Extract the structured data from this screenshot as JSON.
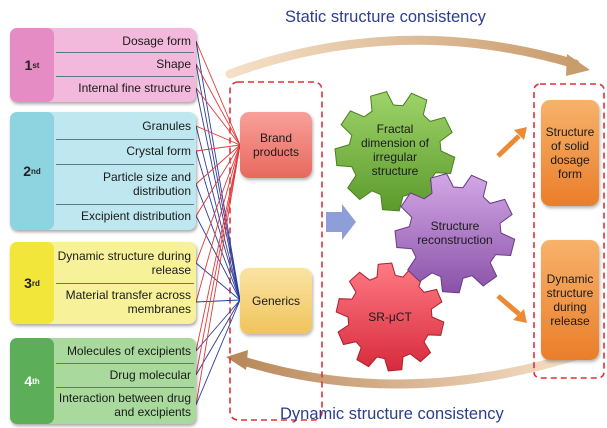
{
  "titles": {
    "top": "Static structure consistency",
    "bottom": "Dynamic structure consistency"
  },
  "levels": [
    {
      "num": "1",
      "sup": "st",
      "items": [
        "Dosage form",
        "Shape",
        "Internal fine structure"
      ]
    },
    {
      "num": "2",
      "sup": "nd",
      "items": [
        "Granules",
        "Crystal form",
        "Particle size and distribution",
        "Excipient distribution"
      ]
    },
    {
      "num": "3",
      "sup": "rd",
      "items": [
        "Dynamic structure during release",
        "Material transfer across membranes"
      ]
    },
    {
      "num": "4",
      "sup": "th",
      "items": [
        "Molecules of excipients",
        "Drug molecular",
        "Interaction between drug and excipients"
      ]
    }
  ],
  "products": {
    "brand": "Brand products",
    "generics": "Generics"
  },
  "gears": {
    "fractal": "Fractal dimension of irregular structure",
    "reconstruction": "Structure reconstruction",
    "srct": "SR-μCT"
  },
  "outputs": {
    "solid": "Structure of solid dosage form",
    "dynamic": "Dynamic structure during release"
  },
  "colors": {
    "level1": "#e68cc4",
    "level2": "#8ed3e0",
    "level3": "#f2e63a",
    "level4": "#5cae58",
    "title_text": "#2c3e8c",
    "dashed_border": "#e0303a",
    "gear_fractal": "#6cad3a",
    "gear_reconstruction": "#a36cc0",
    "gear_srct": "#e84050",
    "output_box": "#ec8a34",
    "link_red": "#e23a3a",
    "link_blue": "#2a3e9a"
  }
}
